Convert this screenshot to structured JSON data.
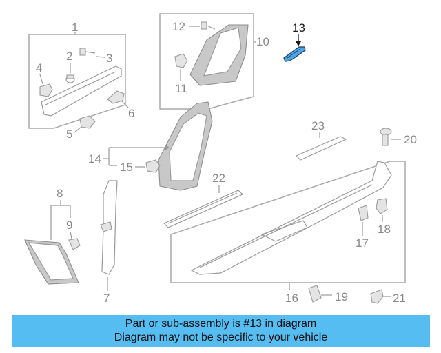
{
  "callouts": {
    "c1": "1",
    "c2": "2",
    "c3": "3",
    "c4": "4",
    "c5": "5",
    "c6": "6",
    "c7": "7",
    "c8": "8",
    "c9": "9",
    "c10": "10",
    "c11": "11",
    "c12": "12",
    "c13": "13",
    "c14": "14",
    "c15": "15",
    "c16": "16",
    "c17": "17",
    "c18": "18",
    "c19": "19",
    "c20": "20",
    "c21": "21",
    "c22": "22",
    "c23": "23"
  },
  "highlighted_part": "13",
  "colors": {
    "highlight": "#4da6e8",
    "banner": "#55bdf2",
    "line": "#9a9a9a"
  },
  "banner": {
    "line1": "Part or sub-assembly is #13 in diagram",
    "line2": "Diagram may not be specific to your vehicle"
  }
}
